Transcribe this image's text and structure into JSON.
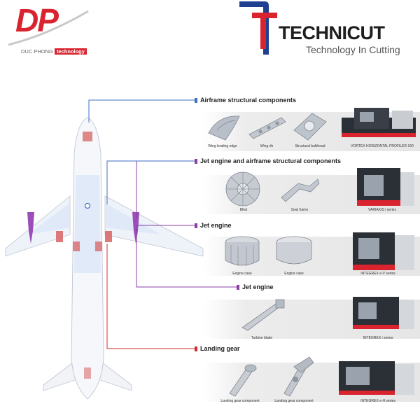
{
  "logos": {
    "dp": {
      "letters": "DP",
      "sub_left": "DUC PHONG",
      "sub_tag": "technology"
    },
    "technicut": {
      "name": "TECHNICUT",
      "tagline": "Technology In Cutting"
    }
  },
  "colors": {
    "blue": "#3d6fc4",
    "purple": "#8b3fa6",
    "red": "#d12b2b"
  },
  "sections": [
    {
      "title": "Airframe structural components",
      "color": "#3d6fc4",
      "items": [
        "Wing leading edge",
        "Wing rib",
        "Structural bulkhead"
      ],
      "machine": "VORTEX HORIZONTAL PROFILER 160"
    },
    {
      "title": "Jet engine and airframe structural components",
      "color": "#3d6fc4",
      "items": [
        "Blisk",
        "Seat frame"
      ],
      "machine": "VARIAXIS i series"
    },
    {
      "title": "Jet engine",
      "color": "#8b3fa6",
      "items": [
        "Engine case",
        "Engine case"
      ],
      "machine": "INTEGREX e-V series"
    },
    {
      "title": "Jet engine",
      "color": "#8b3fa6",
      "items": [
        "Turbine blade"
      ],
      "machine": "INTEGREX i series"
    },
    {
      "title": "Landing gear",
      "color": "#d12b2b",
      "items": [
        "Landing gear component",
        "Landing gear component"
      ],
      "machine": "INTEGREX e-H series"
    }
  ]
}
